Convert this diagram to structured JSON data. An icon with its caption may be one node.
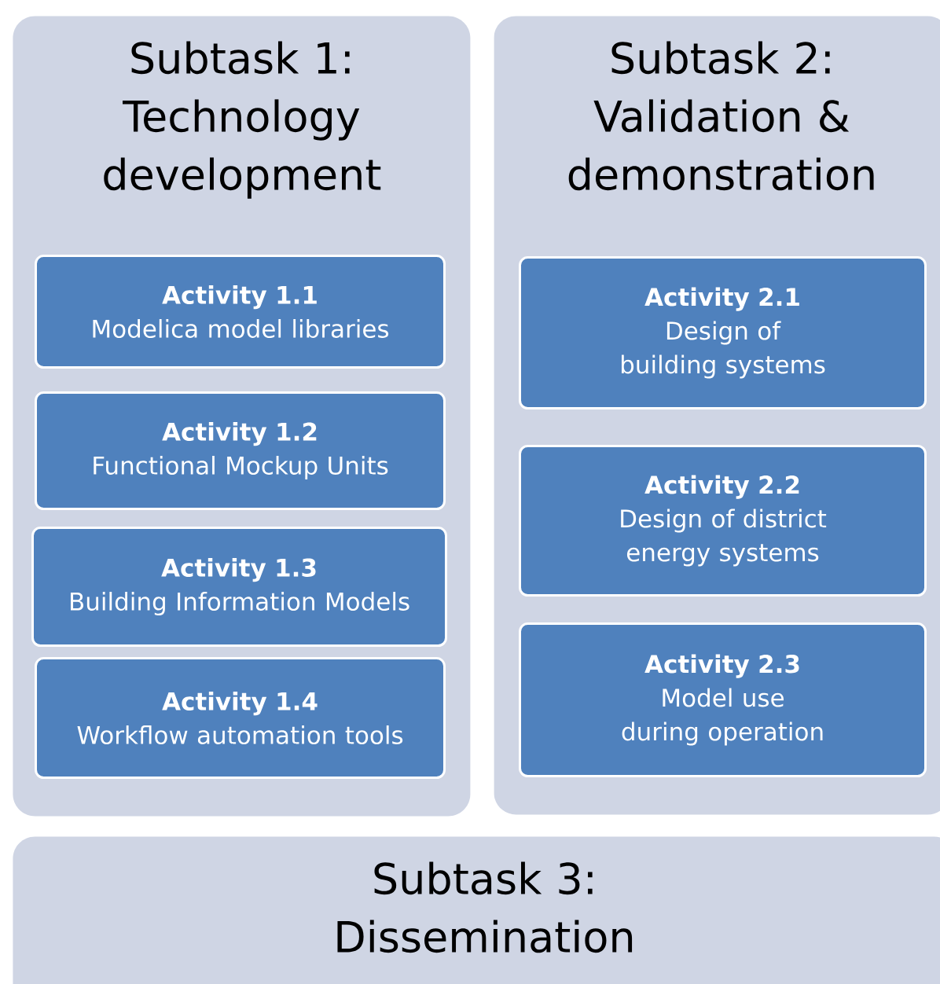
{
  "diagram": {
    "nodes": [
      {
        "text": [
          "Subtask 1: Technology development"
        ]
      },
      {
        "text": [
          "Activity 1.1",
          "Modelica model libraries"
        ],
        "in": 0
      },
      {
        "text": [
          "Activity 1.2",
          "Functional Mockup Units"
        ],
        "in": 0
      },
      {
        "text": [
          "Activity 1.3",
          "Building Information Models"
        ],
        "in": 0
      },
      {
        "text": [
          "Activity 1.4",
          "Workflow automation tools"
        ],
        "in": 0
      },
      {
        "text": [
          "Subtask 2: Validation & demonstration"
        ]
      },
      {
        "text": [
          "Activity 2.1",
          "Design of building systems"
        ],
        "in": 5
      },
      {
        "text": [
          "Activity 2.2",
          "Design of district energy systems"
        ],
        "in": 5
      },
      {
        "text": [
          "Activity 2.3",
          "Model use during operation"
        ],
        "in": 5
      },
      {
        "text": [
          "Subtask 3: Dissemination"
        ]
      }
    ]
  }
}
